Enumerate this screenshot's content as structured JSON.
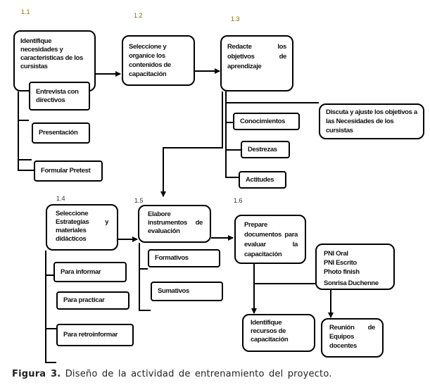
{
  "steps": {
    "s11": {
      "number": "1.1",
      "text": "Identifique necesidades y características de los cursistas"
    },
    "s12": {
      "number": "1.2",
      "text": "Seleccione y organice los contenidos de capacitación"
    },
    "s13": {
      "number": "1.3",
      "text": "Redacte los objetivos de aprendizaje"
    },
    "s14": {
      "number": "1.4",
      "text": "Seleccione Estrategias y materiales didácticos"
    },
    "s15": {
      "number": "1.5",
      "text": "Elabore instrumentos de evaluación"
    },
    "s16": {
      "number": "1.6",
      "text": "Prepare documentos para evaluar la capacitación"
    }
  },
  "substeps": {
    "entrevista": "Entrevista con directivos",
    "presentacion": "Presentación",
    "pretest": "Formular Pretest",
    "discuta": "Discuta y ajuste los objetivos a las  Necesidades de los cursistas",
    "conocimientos": "Conocimientos",
    "destrezas": "Destrezas",
    "actitudes": "Actitudes",
    "informar": "Para informar",
    "practicar": "Para practicar",
    "retroinformar": "Para retroinformar",
    "formativos": "Formativos",
    "sumativos": "Sumativos",
    "pni": [
      "PNI Oral",
      "PNI Escrito",
      "Photo finish",
      "Sonrisa Duchenne"
    ],
    "recursos": "Identifique recursos de capacitación",
    "reunion": "Reunión de Equipos docentes"
  },
  "caption": {
    "label": "Figura 3.",
    "text": " Diseño de la actividad de entrenamiento del proyecto."
  }
}
